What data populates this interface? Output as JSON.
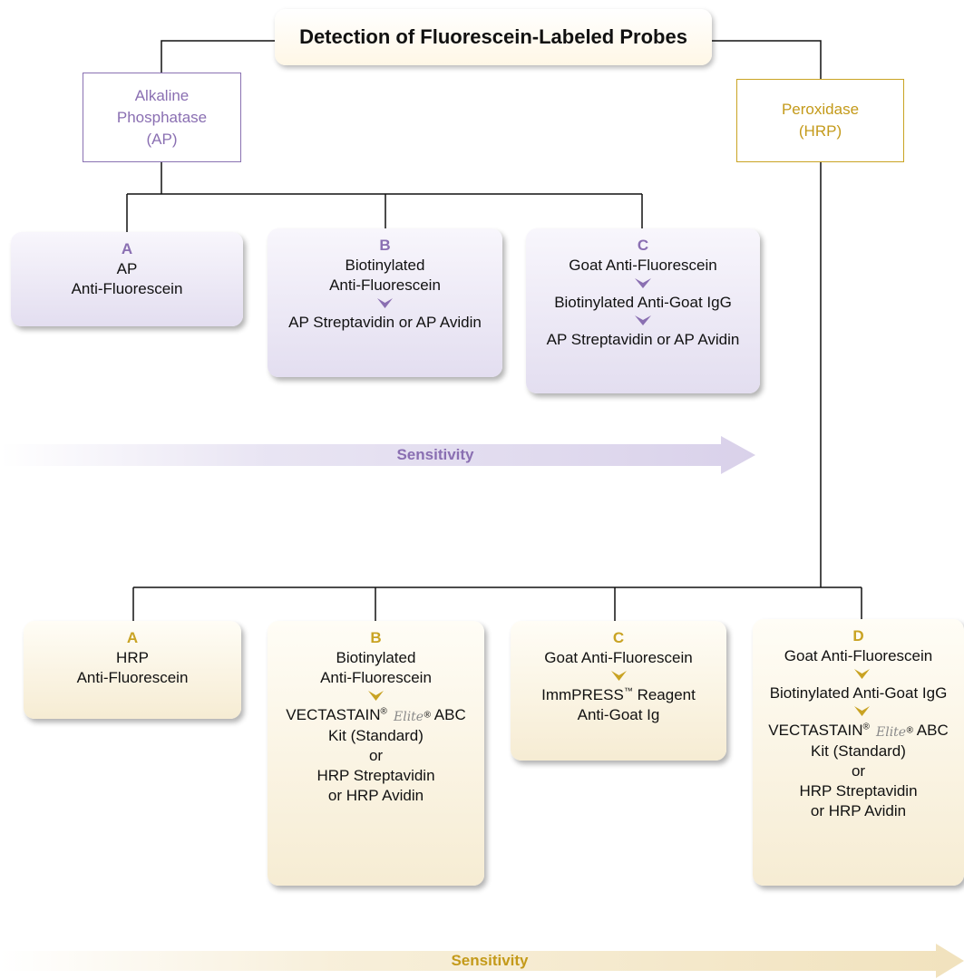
{
  "title": "Detection of Fluorescein-Labeled Probes",
  "colors": {
    "ap_accent": "#8a6fb2",
    "hrp_accent": "#c9a323",
    "ap_box_fill": "#e7e2f1",
    "hrp_box_fill": "#f7eed8"
  },
  "ap": {
    "enzyme_lines": [
      "Alkaline",
      "Phosphatase",
      "(AP)"
    ],
    "methods": [
      {
        "letter": "A",
        "steps": [
          "AP\nAnti-Fluorescein"
        ]
      },
      {
        "letter": "B",
        "steps": [
          "Biotinylated\nAnti-Fluorescein",
          "AP Streptavidin or AP Avidin"
        ]
      },
      {
        "letter": "C",
        "steps": [
          "Goat Anti-Fluorescein",
          "Biotinylated Anti-Goat IgG",
          "AP Streptavidin or AP Avidin"
        ]
      }
    ],
    "sensitivity_label": "Sensitivity"
  },
  "hrp": {
    "enzyme_lines": [
      "Peroxidase",
      "(HRP)"
    ],
    "methods": [
      {
        "letter": "A",
        "steps": [
          "HRP\nAnti-Fluorescein"
        ]
      },
      {
        "letter": "B",
        "steps": [
          "Biotinylated\nAnti-Fluorescein"
        ],
        "abc_prefix": "VECTASTAIN",
        "abc_suffix": "ABC",
        "abc_rest": [
          "Kit (Standard)",
          "or",
          "HRP Streptavidin",
          "or HRP Avidin"
        ]
      },
      {
        "letter": "C",
        "steps": [
          "Goat Anti-Fluorescein"
        ],
        "immpress": "ImmPRESS",
        "immpress_rest": "Reagent",
        "immpress_line2": "Anti-Goat Ig"
      },
      {
        "letter": "D",
        "steps": [
          "Goat Anti-Fluorescein",
          "Biotinylated Anti-Goat IgG"
        ],
        "abc_prefix": "VECTASTAIN",
        "abc_suffix": "ABC",
        "abc_rest": [
          "Kit (Standard)",
          "or",
          "HRP Streptavidin",
          "or HRP Avidin"
        ]
      }
    ],
    "sensitivity_label": "Sensitivity"
  },
  "symbols": {
    "registered": "®",
    "trademark": "™"
  },
  "logo_text": "Elite"
}
